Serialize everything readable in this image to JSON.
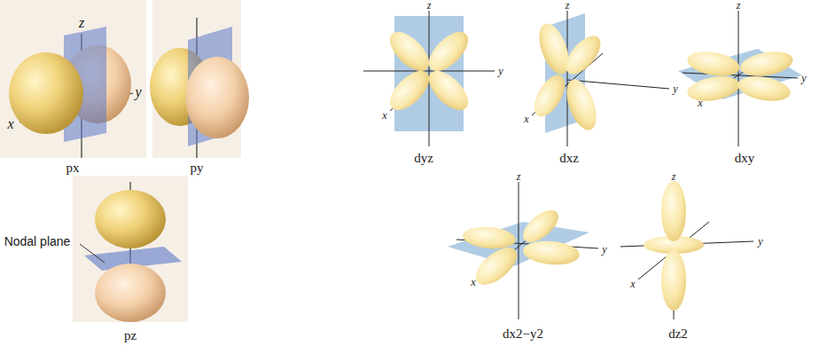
{
  "diagram": {
    "labels": [
      "z",
      "x",
      "y",
      "px",
      "py",
      "Nodal plane",
      "pz",
      "z",
      "y",
      "x",
      "dyz",
      "z",
      "x",
      "y",
      "dxz",
      "z",
      "x",
      "y",
      "dxy",
      "z",
      "x",
      "y",
      "dx2−y2",
      "z",
      "x",
      "y",
      "dz2"
    ]
  }
}
